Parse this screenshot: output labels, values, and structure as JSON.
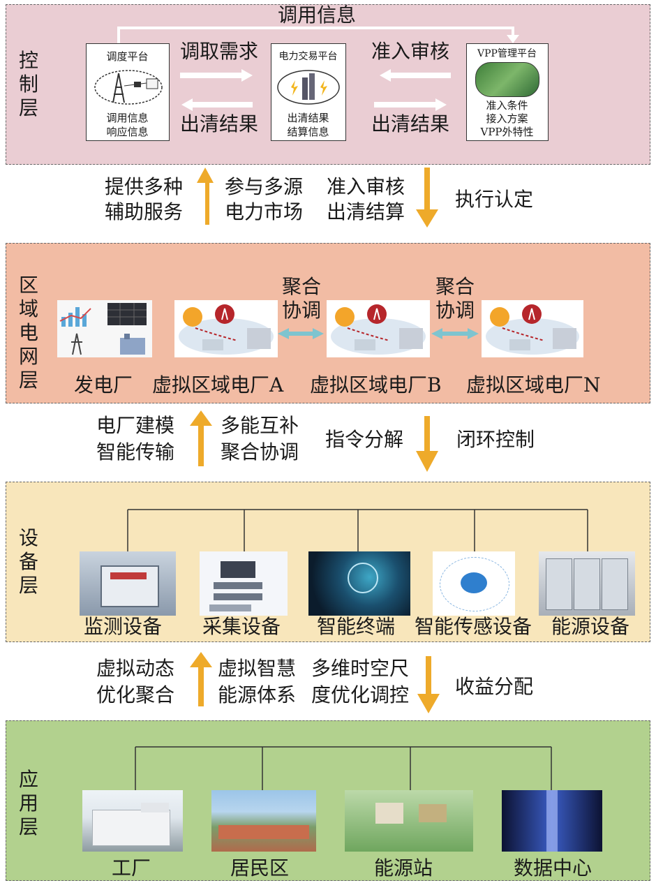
{
  "control_layer": {
    "label": "控制层",
    "top_label": "调用信息",
    "dispatch": {
      "title": "调度平台",
      "line1": "调用信息",
      "line2": "响应信息"
    },
    "trade": {
      "title": "电力交易平台",
      "line1": "出清结果",
      "line2": "结算信息"
    },
    "vpp": {
      "title": "VPP管理平台",
      "line1": "准入条件",
      "line2": "接入方案",
      "line3": "VPP外特性"
    },
    "arrow_right_1": "调取需求",
    "arrow_left_1": "出清结果",
    "arrow_left_2": "准入审核",
    "arrow_right_2": "出清结果"
  },
  "link1": {
    "up_l1": "提供多种",
    "up_l2": "辅助服务",
    "mid_l1": "参与多源",
    "mid_l2": "电力市场",
    "down_l1": "准入审核",
    "down_l2": "出清结算",
    "right": "执行认定"
  },
  "regional_layer": {
    "label": "区域电网层",
    "coord1": "聚合协调",
    "coord2": "聚合协调",
    "captions": [
      "发电厂",
      "虚拟区域电厂A",
      "虚拟区域电厂B",
      "虚拟区域电厂N"
    ]
  },
  "link2": {
    "up_l1": "电厂建模",
    "up_l2": "智能传输",
    "mid_l1": "多能互补",
    "mid_l2": "聚合协调",
    "down": "指令分解",
    "right": "闭环控制"
  },
  "device_layer": {
    "label": "设备层",
    "items": [
      "监测设备",
      "采集设备",
      "智能终端",
      "智能传感设备",
      "能源设备"
    ]
  },
  "link3": {
    "up_l1": "虚拟动态",
    "up_l2": "优化聚合",
    "mid_l1": "虚拟智慧",
    "mid_l2": "能源体系",
    "down_l1": "多维时空尺",
    "down_l2": "度优化调控",
    "right": "收益分配"
  },
  "application_layer": {
    "label": "应用层",
    "items": [
      "工厂",
      "居民区",
      "能源站",
      "数据中心"
    ]
  },
  "colors": {
    "control_bg": "#eacdd3",
    "regional_bg": "#f2bca4",
    "device_bg": "#f8e6bb",
    "application_bg": "#b2d18e",
    "arrow_orange": "#eeaa2a",
    "coord_arrow": "#7ec4cf"
  }
}
